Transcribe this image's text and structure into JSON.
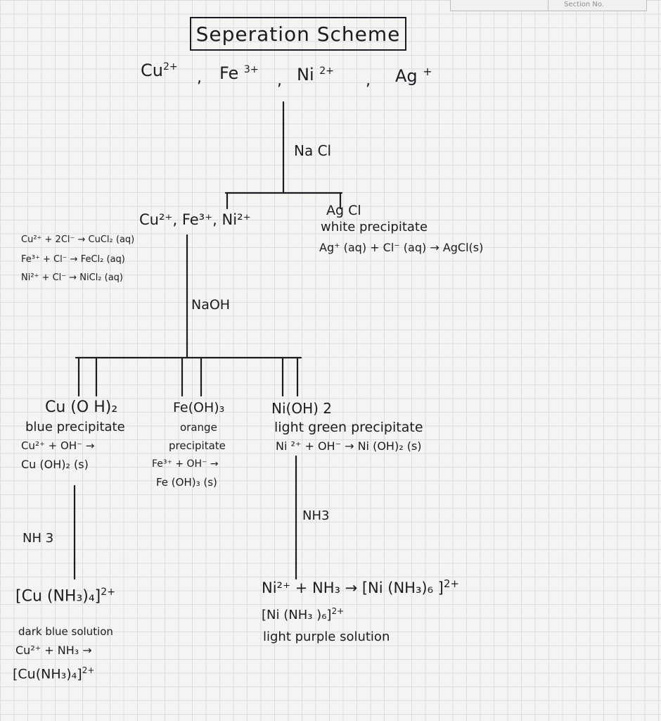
{
  "header": {
    "section_label": "Section No."
  },
  "title": "Seperation Scheme",
  "ions": [
    "Cu",
    "2+",
    ",",
    "Fe",
    "3+",
    ",",
    "Ni",
    "2+",
    ",",
    "Ag",
    "+"
  ],
  "reagents": {
    "nacl": "Na Cl",
    "naoh": "NaOH",
    "nh3_left": "NH 3",
    "nh3_right": "NH3"
  },
  "agcl": {
    "name": "Ag Cl",
    "desc": "white precipitate",
    "eq": "Ag⁺ (aq) + Cl⁻ (aq) → AgCl(s)"
  },
  "filtrate": {
    "ions": "Cu²⁺, Fe³⁺, Ni²⁺",
    "eqs": [
      "Cu²⁺ + 2Cl⁻ → CuCl₂ (aq)",
      "Fe³⁺ + Cl⁻ → FeCl₂ (aq)",
      "Ni²⁺ + Cl⁻ → NiCl₂ (aq)"
    ]
  },
  "cu_oh": {
    "name": "Cu (O H)₂",
    "desc": "blue precipitate",
    "eq1": "Cu²⁺ + OH⁻ →",
    "eq2": "Cu (OH)₂ (s)"
  },
  "fe_oh": {
    "name": "Fe(OH)₃",
    "desc1": "orange",
    "desc2": "precipitate",
    "eq1": "Fe³⁺ + OH⁻ →",
    "eq2": "Fe (OH)₃ (s)"
  },
  "ni_oh": {
    "name": "Ni(OH) 2",
    "desc": "light green precipitate",
    "eq": "Ni ²⁺ + OH⁻ → Ni (OH)₂ (s)"
  },
  "cu_complex": {
    "formula": "[Cu (NH₃)₄]",
    "charge": "2+",
    "desc": "dark blue solution",
    "eq1": "Cu²⁺ + NH₃ →",
    "eq2": "[Cu(NH₃)₄]",
    "eq2_charge": "2+"
  },
  "ni_complex": {
    "eq": "Ni²⁺ + NH₃ → [Ni (NH₃)₆ ]",
    "eq_charge": "2+",
    "formula": "[Ni (NH₃ )₆]",
    "charge": "2+",
    "desc": "light purple solution"
  }
}
